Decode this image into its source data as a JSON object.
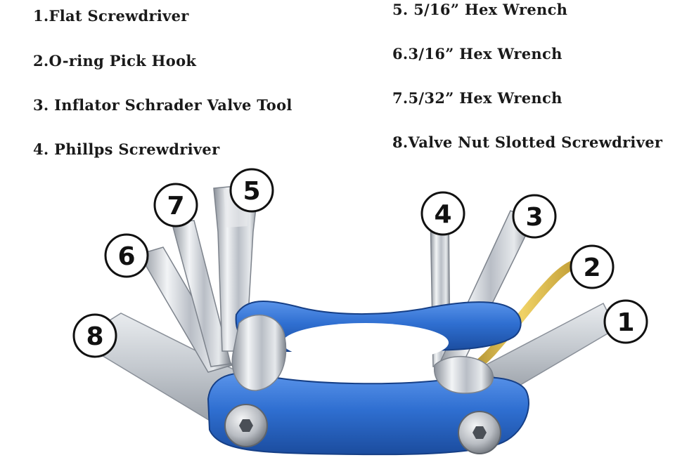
{
  "legend": {
    "left": [
      "1.Flat Screwdriver",
      "2.O-ring Pick Hook",
      "3. Inflator Schrader Valve Tool",
      "4. Phillps Screwdriver"
    ],
    "right": [
      "5. 5/16” Hex Wrench",
      "6.3/16” Hex Wrench",
      "7.5/32” Hex Wrench",
      "8.Valve Nut Slotted Screwdriver"
    ]
  },
  "callouts": [
    "1",
    "2",
    "3",
    "4",
    "5",
    "6",
    "7",
    "8"
  ],
  "colors": {
    "body_blue": "#2f6fd1",
    "steel": "#c8ccd2",
    "brass": "#c9a227"
  }
}
